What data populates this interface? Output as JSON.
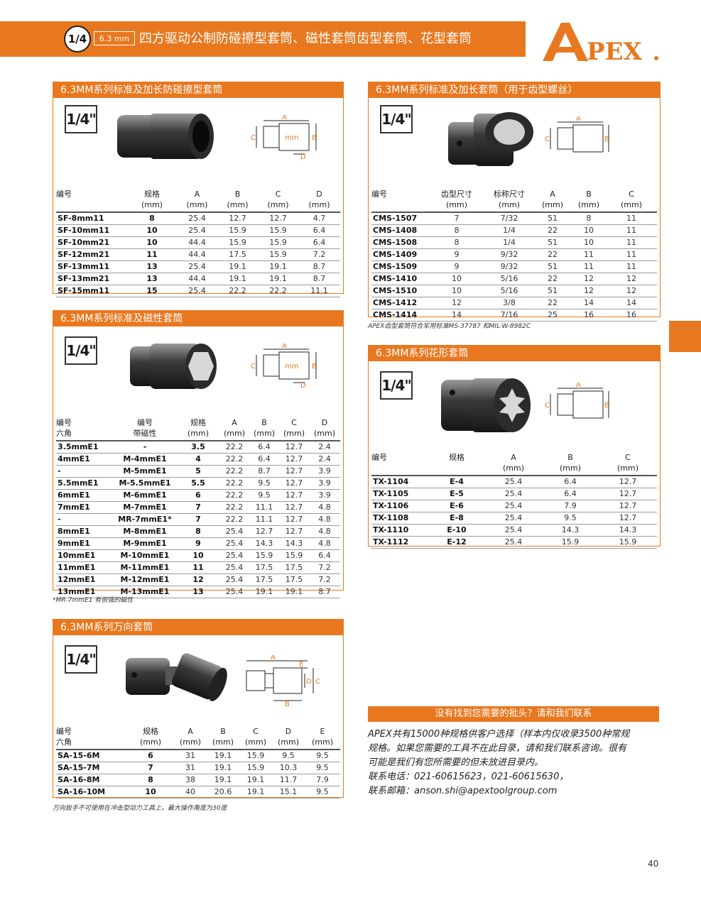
{
  "header": {
    "drive": "1/4",
    "size": "6.3 mm",
    "title": "四方驱动公制防碰擦型套筒、磁性套筒齿型套筒、花型套筒",
    "logo": "APEX"
  },
  "sec_sf": {
    "title": "6.3MM系列标准及加长防碰擦型套筒",
    "size_tag": "1/4\"",
    "diagram": {
      "a": "A",
      "b": "B",
      "c": "C",
      "d": "D",
      "mm": "mm"
    },
    "headers": [
      [
        "编号",
        ""
      ],
      [
        "规格",
        "(mm)"
      ],
      [
        "A",
        "(mm)"
      ],
      [
        "B",
        "(mm)"
      ],
      [
        "C",
        "(mm)"
      ],
      [
        "D",
        "(mm)"
      ]
    ],
    "rows": [
      [
        "SF-8mm11",
        "8",
        "25.4",
        "12.7",
        "12.7",
        "4.7"
      ],
      [
        "SF-10mm11",
        "10",
        "25.4",
        "15.9",
        "15.9",
        "6.4"
      ],
      [
        "SF-10mm21",
        "10",
        "44.4",
        "15.9",
        "15.9",
        "6.4"
      ],
      [
        "SF-12mm21",
        "11",
        "44.4",
        "17.5",
        "15.9",
        "7.2"
      ],
      [
        "SF-13mm11",
        "13",
        "25.4",
        "19.1",
        "19.1",
        "8.7"
      ],
      [
        "SF-13mm21",
        "13",
        "44.4",
        "19.1",
        "19.1",
        "8.7"
      ],
      [
        "SF-15mm11",
        "15",
        "25.4",
        "22.2",
        "22.2",
        "11.1"
      ]
    ]
  },
  "sec_me": {
    "title": "6.3MM系列标准及磁性套筒",
    "size_tag": "1/4\"",
    "diagram": {
      "a": "A",
      "b": "B",
      "c": "C",
      "d": "D",
      "mm": "mm"
    },
    "headers": [
      [
        "编号",
        "六角"
      ],
      [
        "编号",
        "带磁性"
      ],
      [
        "规格",
        "(mm)"
      ],
      [
        "A",
        "(mm)"
      ],
      [
        "B",
        "(mm)"
      ],
      [
        "C",
        "(mm)"
      ],
      [
        "D",
        "(mm)"
      ]
    ],
    "rows": [
      [
        "3.5mmE1",
        "-",
        "3.5",
        "22.2",
        "6.4",
        "12.7",
        "2.4"
      ],
      [
        "4mmE1",
        "M-4mmE1",
        "4",
        "22.2",
        "6.4",
        "12.7",
        "2.4"
      ],
      [
        "-",
        "M-5mmE1",
        "5",
        "22.2",
        "8.7",
        "12.7",
        "3.9"
      ],
      [
        "5.5mmE1",
        "M-5.5mmE1",
        "5.5",
        "22.2",
        "9.5",
        "12.7",
        "3.9"
      ],
      [
        "6mmE1",
        "M-6mmE1",
        "6",
        "22.2",
        "9.5",
        "12.7",
        "3.9"
      ],
      [
        "7mmE1",
        "M-7mmE1",
        "7",
        "22.2",
        "11.1",
        "12.7",
        "4.8"
      ],
      [
        "-",
        "MR-7mmE1*",
        "7",
        "22.2",
        "11.1",
        "12.7",
        "4.8"
      ],
      [
        "8mmE1",
        "M-8mmE1",
        "8",
        "25.4",
        "12.7",
        "12.7",
        "4.8"
      ],
      [
        "9mmE1",
        "M-9mmE1",
        "9",
        "25.4",
        "14.3",
        "14.3",
        "4.8"
      ],
      [
        "10mmE1",
        "M-10mmE1",
        "10",
        "25.4",
        "15.9",
        "15.9",
        "6.4"
      ],
      [
        "11mmE1",
        "M-11mmE1",
        "11",
        "25.4",
        "17.5",
        "17.5",
        "7.2"
      ],
      [
        "12mmE1",
        "M-12mmE1",
        "12",
        "25.4",
        "17.5",
        "17.5",
        "7.2"
      ],
      [
        "13mmE1",
        "M-13mmE1",
        "13",
        "25.4",
        "19.1",
        "19.1",
        "8.7"
      ]
    ],
    "note": "*MR-7mmE1 有很强的磁性"
  },
  "sec_sa": {
    "title": "6.3MM系列万向套筒",
    "size_tag": "1/4\"",
    "diagram": {
      "a": "A",
      "b": "B",
      "c": "C",
      "d": "D",
      "e": "E"
    },
    "headers": [
      [
        "编号",
        "六角"
      ],
      [
        "规格",
        "(mm)"
      ],
      [
        "A",
        "(mm)"
      ],
      [
        "B",
        "(mm)"
      ],
      [
        "C",
        "(mm)"
      ],
      [
        "D",
        "(mm)"
      ],
      [
        "E",
        "(mm)"
      ]
    ],
    "rows": [
      [
        "SA-15-6M",
        "6",
        "31",
        "19.1",
        "15.9",
        "9.5",
        "9.5"
      ],
      [
        "SA-15-7M",
        "7",
        "31",
        "19.1",
        "15.9",
        "10.3",
        "9.5"
      ],
      [
        "SA-16-8M",
        "8",
        "38",
        "19.1",
        "19.1",
        "11.7",
        "7.9"
      ],
      [
        "SA-16-10M",
        "10",
        "40",
        "20.6",
        "19.1",
        "15.1",
        "9.5"
      ]
    ],
    "note": "万向扳手不可使用在冲击型动力工具上，最大操作角度为30度"
  },
  "sec_cms": {
    "title": "6.3MM系列标准及加长套筒（用于齿型螺丝）",
    "size_tag": "1/4\"",
    "diagram": {
      "a": "A",
      "b": "B",
      "c": "C"
    },
    "headers": [
      [
        "编号",
        ""
      ],
      [
        "齿型尺寸",
        "(mm)"
      ],
      [
        "标称尺寸",
        "(mm)"
      ],
      [
        "A",
        "(mm)"
      ],
      [
        "B",
        "(mm)"
      ],
      [
        "C",
        "(mm)"
      ]
    ],
    "rows": [
      [
        "CMS-1507",
        "7",
        "7/32",
        "51",
        "8",
        "11"
      ],
      [
        "CMS-1408",
        "8",
        "1/4",
        "22",
        "10",
        "11"
      ],
      [
        "CMS-1508",
        "8",
        "1/4",
        "51",
        "10",
        "11"
      ],
      [
        "CMS-1409",
        "9",
        "9/32",
        "22",
        "11",
        "11"
      ],
      [
        "CMS-1509",
        "9",
        "9/32",
        "51",
        "11",
        "11"
      ],
      [
        "CMS-1410",
        "10",
        "5/16",
        "22",
        "12",
        "12"
      ],
      [
        "CMS-1510",
        "10",
        "5/16",
        "51",
        "12",
        "12"
      ],
      [
        "CMS-1412",
        "12",
        "3/8",
        "22",
        "14",
        "14"
      ],
      [
        "CMS-1414",
        "14",
        "7/16",
        "25",
        "16",
        "16"
      ]
    ],
    "note": "APEX齿型套筒符合军用标准MS-37787 和MIL-W-8982C"
  },
  "sec_tx": {
    "title": "6.3MM系列花形套筒",
    "size_tag": "1/4\"",
    "diagram": {
      "a": "A",
      "b": "B",
      "c": "C"
    },
    "headers": [
      [
        "编号",
        ""
      ],
      [
        "规格",
        ""
      ],
      [
        "A",
        "(mm)"
      ],
      [
        "B",
        "(mm)"
      ],
      [
        "C",
        "(mm)"
      ]
    ],
    "rows": [
      [
        "TX-1104",
        "E-4",
        "25.4",
        "6.4",
        "12.7"
      ],
      [
        "TX-1105",
        "E-5",
        "25.4",
        "6.4",
        "12.7"
      ],
      [
        "TX-1106",
        "E-6",
        "25.4",
        "7.9",
        "12.7"
      ],
      [
        "TX-1108",
        "E-8",
        "25.4",
        "9.5",
        "12.7"
      ],
      [
        "TX-1110",
        "E-10",
        "25.4",
        "14.3",
        "14.3"
      ],
      [
        "TX-1112",
        "E-12",
        "25.4",
        "15.9",
        "15.9"
      ]
    ]
  },
  "contact": {
    "title": "没有找到您需要的批头？请和我们联系",
    "line1": "APEX共有15000种规格供客户选择（样本内仅收录3500种常规",
    "line2": "规格。如果您需要的工具不在此目录，请和我们联系咨询。很有",
    "line3": "可能是我们有您所需要的但未放进目录内。",
    "line4": "联系电话：021-60615623，021-60615630，",
    "line5": "联系邮箱：anson.shi@apextoolgroup.com"
  },
  "page_number": "40"
}
